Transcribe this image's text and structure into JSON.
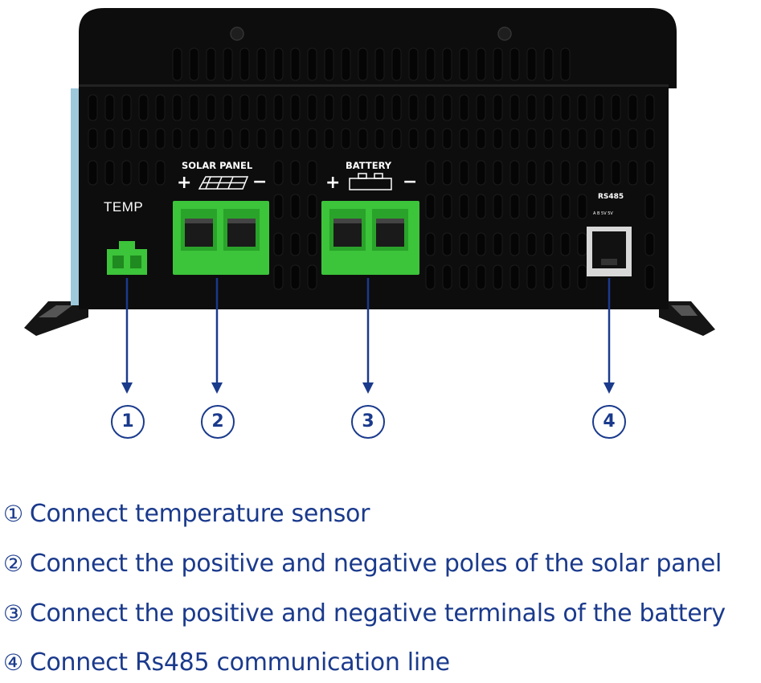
{
  "device": {
    "temp_label": "TEMP",
    "solar_label": "SOLAR PANEL",
    "battery_label": "BATTERY",
    "plus_sign": "+",
    "minus_sign": "−",
    "rs485_label": "RS485",
    "rs485_pins": "A  B 5V  5V",
    "colors": {
      "case": "#0d0d0d",
      "terminal": "#3cc43a",
      "arrow": "#1a3a8c",
      "side_panel": "#9ec8dc"
    }
  },
  "markers": [
    "1",
    "2",
    "3",
    "4"
  ],
  "descriptions": [
    {
      "num": "①",
      "text": "Connect temperature sensor"
    },
    {
      "num": "②",
      "text": "Connect the positive and negative poles of the solar panel"
    },
    {
      "num": "③",
      "text": "Connect the positive and negative terminals of the battery"
    },
    {
      "num": "④",
      "text": "Connect Rs485 communication line"
    }
  ]
}
